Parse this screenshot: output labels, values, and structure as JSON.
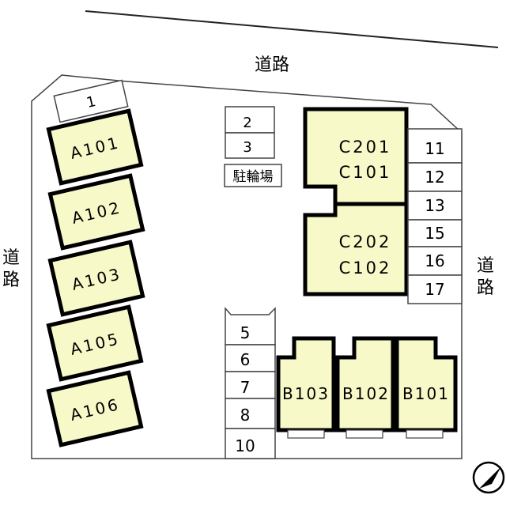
{
  "colors": {
    "building_fill": "#f8f9c8",
    "outline": "#000000",
    "site_line": "#333333"
  },
  "roads": {
    "top": "道路",
    "left": "道路",
    "right": "道路"
  },
  "bicycle_parking": "駐輪場",
  "parking_spaces": {
    "top_left": "1",
    "center": [
      "2",
      "3"
    ],
    "right": [
      "11",
      "12",
      "13",
      "15",
      "16",
      "17"
    ],
    "bottom": [
      "5",
      "6",
      "7",
      "8",
      "10"
    ]
  },
  "buildings": {
    "a": [
      "A101",
      "A102",
      "A103",
      "A105",
      "A106"
    ],
    "c_upper": [
      "C201",
      "C101"
    ],
    "c_lower": [
      "C202",
      "C102"
    ],
    "b": [
      "B103",
      "B102",
      "B101"
    ]
  },
  "compass_icon": "north-arrow-icon"
}
